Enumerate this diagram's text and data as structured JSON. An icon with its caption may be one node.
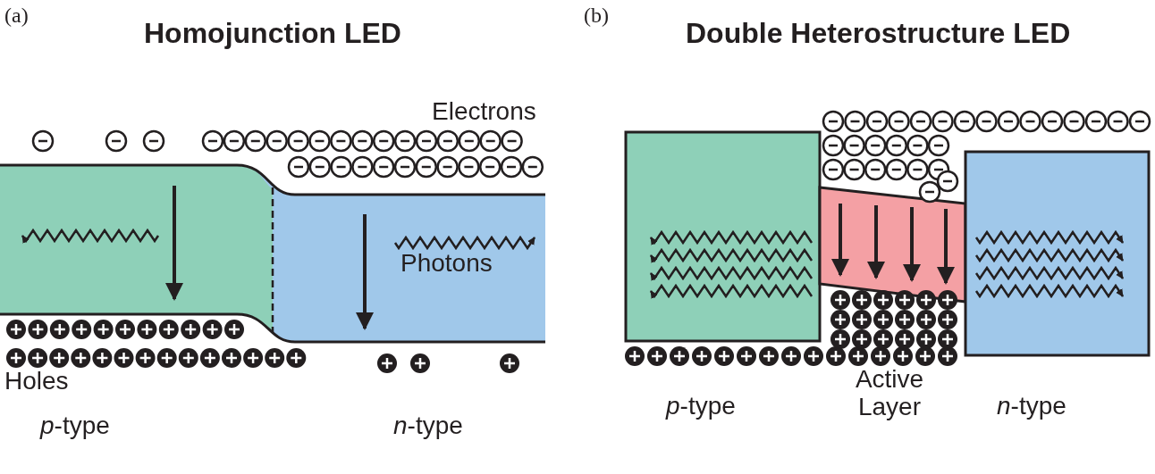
{
  "diagram": {
    "labels": [
      "(a)",
      "Homojunction LED",
      "Electrons",
      "Photons",
      "Holes",
      "*p*-type",
      "*n*-type",
      "(b)",
      "Double Heterostructure LED",
      "*p*-type",
      "Active Layer",
      "*n*-type"
    ]
  }
}
